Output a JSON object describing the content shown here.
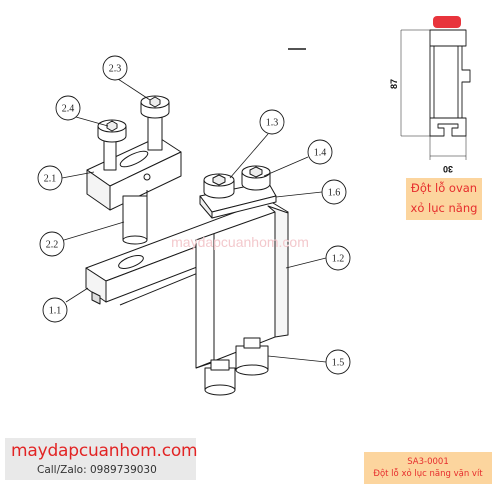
{
  "callouts": [
    {
      "id": "c-2-3",
      "label": "2.3"
    },
    {
      "id": "c-2-4",
      "label": "2.4"
    },
    {
      "id": "c-1-3",
      "label": "1.3"
    },
    {
      "id": "c-1-4",
      "label": "1.4"
    },
    {
      "id": "c-2-1",
      "label": "2.1"
    },
    {
      "id": "c-1-6",
      "label": "1.6"
    },
    {
      "id": "c-2-2",
      "label": "2.2"
    },
    {
      "id": "c-1-2",
      "label": "1.2"
    },
    {
      "id": "c-1-1",
      "label": "1.1"
    },
    {
      "id": "c-1-5",
      "label": "1.5"
    }
  ],
  "profile": {
    "height_label": "87",
    "width_label": "30",
    "marker_color": "#e8343c"
  },
  "watermark": "maydapcuanhom.com",
  "badge": {
    "line1": "Đột lỗ ovan",
    "line2": "xỏ lục năng"
  },
  "footer": {
    "site": "maydapcuanhom.com",
    "contact": "Call/Zalo: 0989739030"
  },
  "product": {
    "code": "SA3-0001",
    "description": "Đột lỗ xỏ lục năng vặn vít"
  },
  "colors": {
    "accent_red": "#e22424",
    "badge_bg": "#fcd59e",
    "site_bg": "#e9e9e9"
  }
}
